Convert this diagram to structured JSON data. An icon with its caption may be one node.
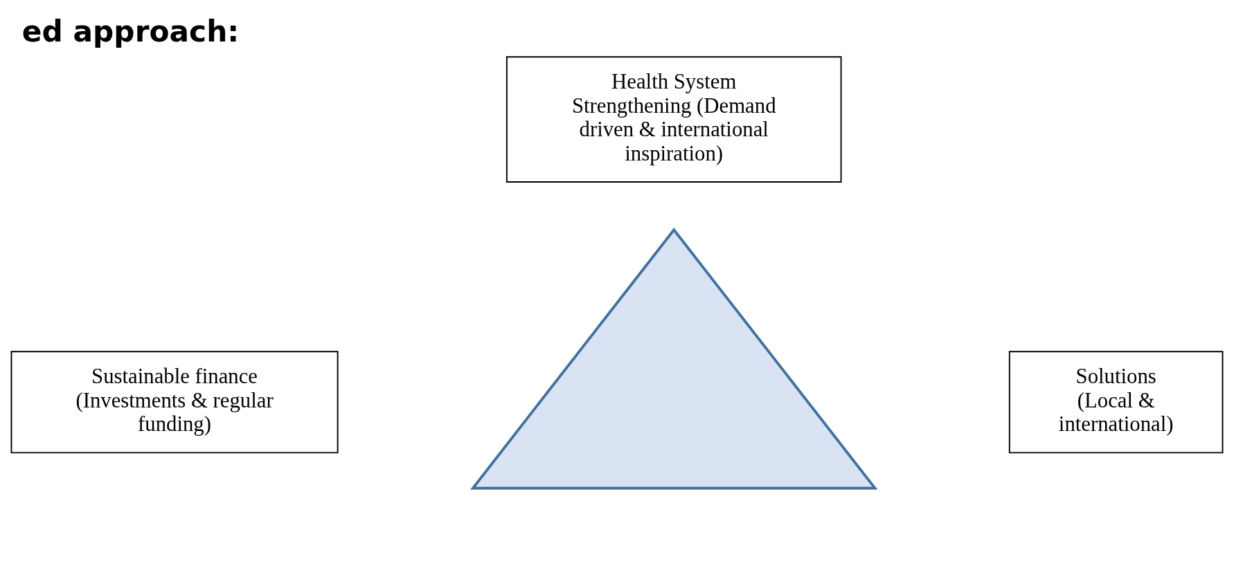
{
  "diagram": {
    "title": "ed approach:",
    "nodes": [
      {
        "text": [
          "Health System Strengthening (Demand driven & international inspiration)"
        ]
      },
      {
        "text": [],
        "shape": "triangle"
      },
      {
        "text": [
          "Sustainable finance (Investments & regular funding)"
        ]
      },
      {
        "text": [
          "Solutions (Local & international)"
        ]
      }
    ],
    "edges": []
  }
}
